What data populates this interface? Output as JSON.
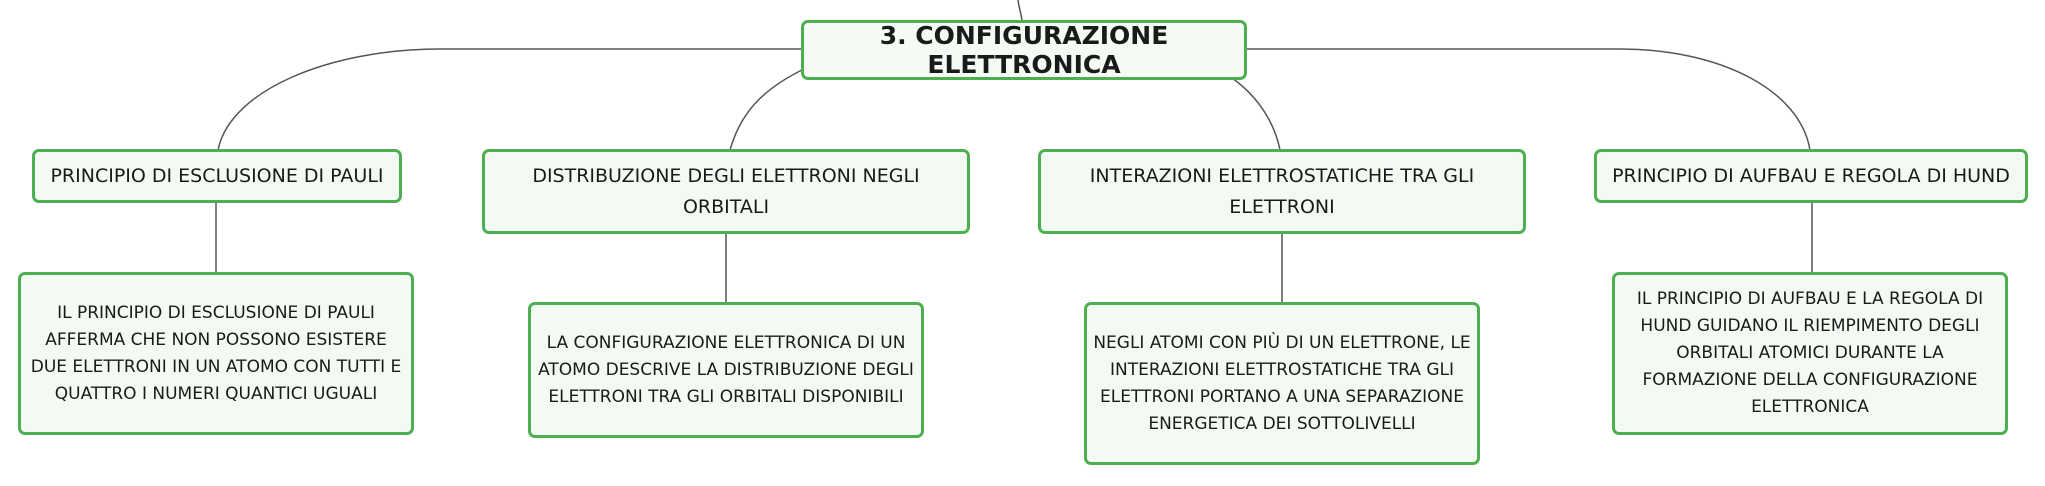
{
  "colors": {
    "node_border": "#4caf50",
    "node_fill": "#f3f9f3",
    "connector": "#555555"
  },
  "root": {
    "label": "3. CONFIGURAZIONE ELETTRONICA"
  },
  "topics": [
    {
      "label": "PRINCIPIO DI ESCLUSIONE DI PAULI",
      "detail": "IL PRINCIPIO DI ESCLUSIONE DI PAULI AFFERMA CHE NON POSSONO ESISTERE DUE ELETTRONI IN UN ATOMO CON TUTTI E QUATTRO I NUMERI QUANTICI UGUALI"
    },
    {
      "label": "DISTRIBUZIONE DEGLI ELETTRONI NEGLI ORBITALI",
      "detail": "LA CONFIGURAZIONE ELETTRONICA DI UN ATOMO DESCRIVE LA DISTRIBUZIONE DEGLI ELETTRONI TRA GLI ORBITALI DISPONIBILI"
    },
    {
      "label": "INTERAZIONI ELETTROSTATICHE TRA GLI ELETTRONI",
      "detail": "NEGLI ATOMI CON PIÙ DI UN ELETTRONE, LE INTERAZIONI ELETTROSTATICHE TRA GLI ELETTRONI PORTANO A UNA SEPARAZIONE ENERGETICA DEI SOTTOLIVELLI"
    },
    {
      "label": "PRINCIPIO DI AUFBAU E REGOLA DI HUND",
      "detail": "IL PRINCIPIO DI AUFBAU E LA REGOLA DI HUND GUIDANO IL RIEMPIMENTO DEGLI ORBITALI ATOMICI DURANTE LA FORMAZIONE DELLA CONFIGURAZIONE ELETTRONICA"
    }
  ]
}
